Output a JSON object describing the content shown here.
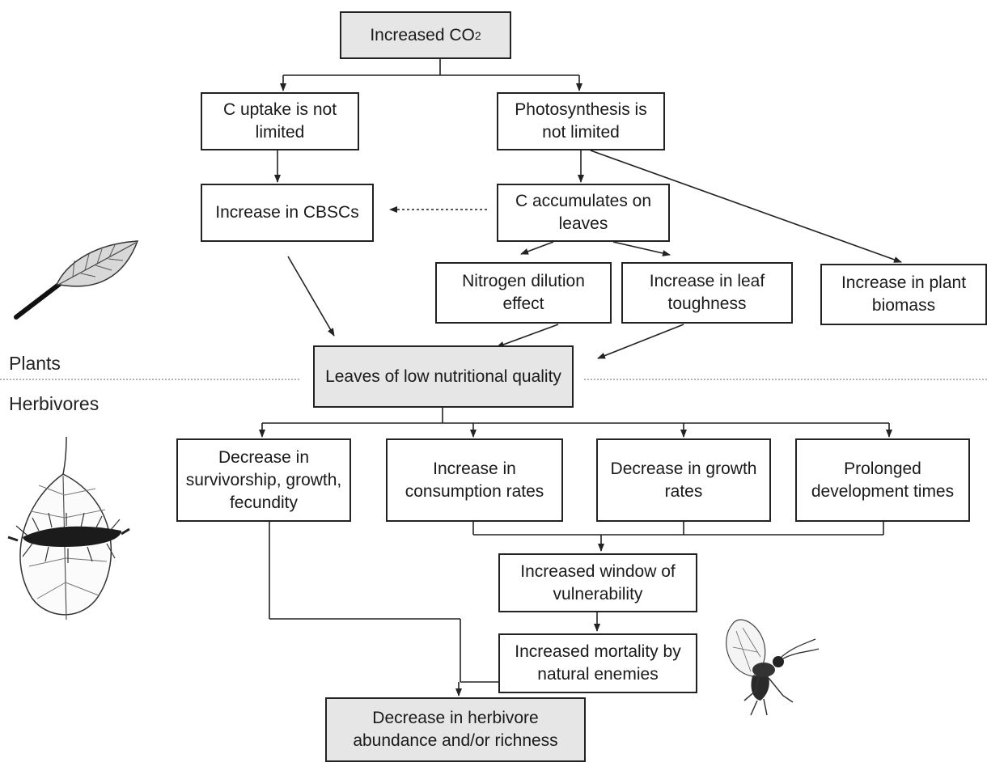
{
  "nodes": {
    "increased_co2": {
      "text": "Increased CO",
      "sub": "2"
    },
    "c_uptake": "C uptake is not limited",
    "photosynthesis": "Photosynthesis is not limited",
    "increase_cbscs": "Increase in CBSCs",
    "c_accumulates": "C accumulates on leaves",
    "nitrogen_dilution": "Nitrogen dilution effect",
    "leaf_toughness": "Increase in leaf toughness",
    "plant_biomass": "Increase in plant biomass",
    "low_nutrition": "Leaves of low nutritional quality",
    "decrease_survivorship": "Decrease in survivorship, growth, fecundity",
    "increase_consumption": "Increase in consumption rates",
    "decrease_growth": "Decrease in growth rates",
    "prolonged_development": "Prolonged development times",
    "window_vulnerability": "Increased window of vulnerability",
    "mortality_enemies": "Increased mortality by natural enemies",
    "decrease_herbivore": "Decrease in herbivore abundance and/or richness"
  },
  "sections": {
    "plants": "Plants",
    "herbivores": "Herbivores"
  },
  "icons": [
    "birch-leaf-icon",
    "caterpillar-on-leaf-icon",
    "parasitoid-wasp-icon"
  ],
  "colors": {
    "box_fill": "#ffffff",
    "shaded_fill": "#e6e6e6",
    "line": "#222222"
  }
}
